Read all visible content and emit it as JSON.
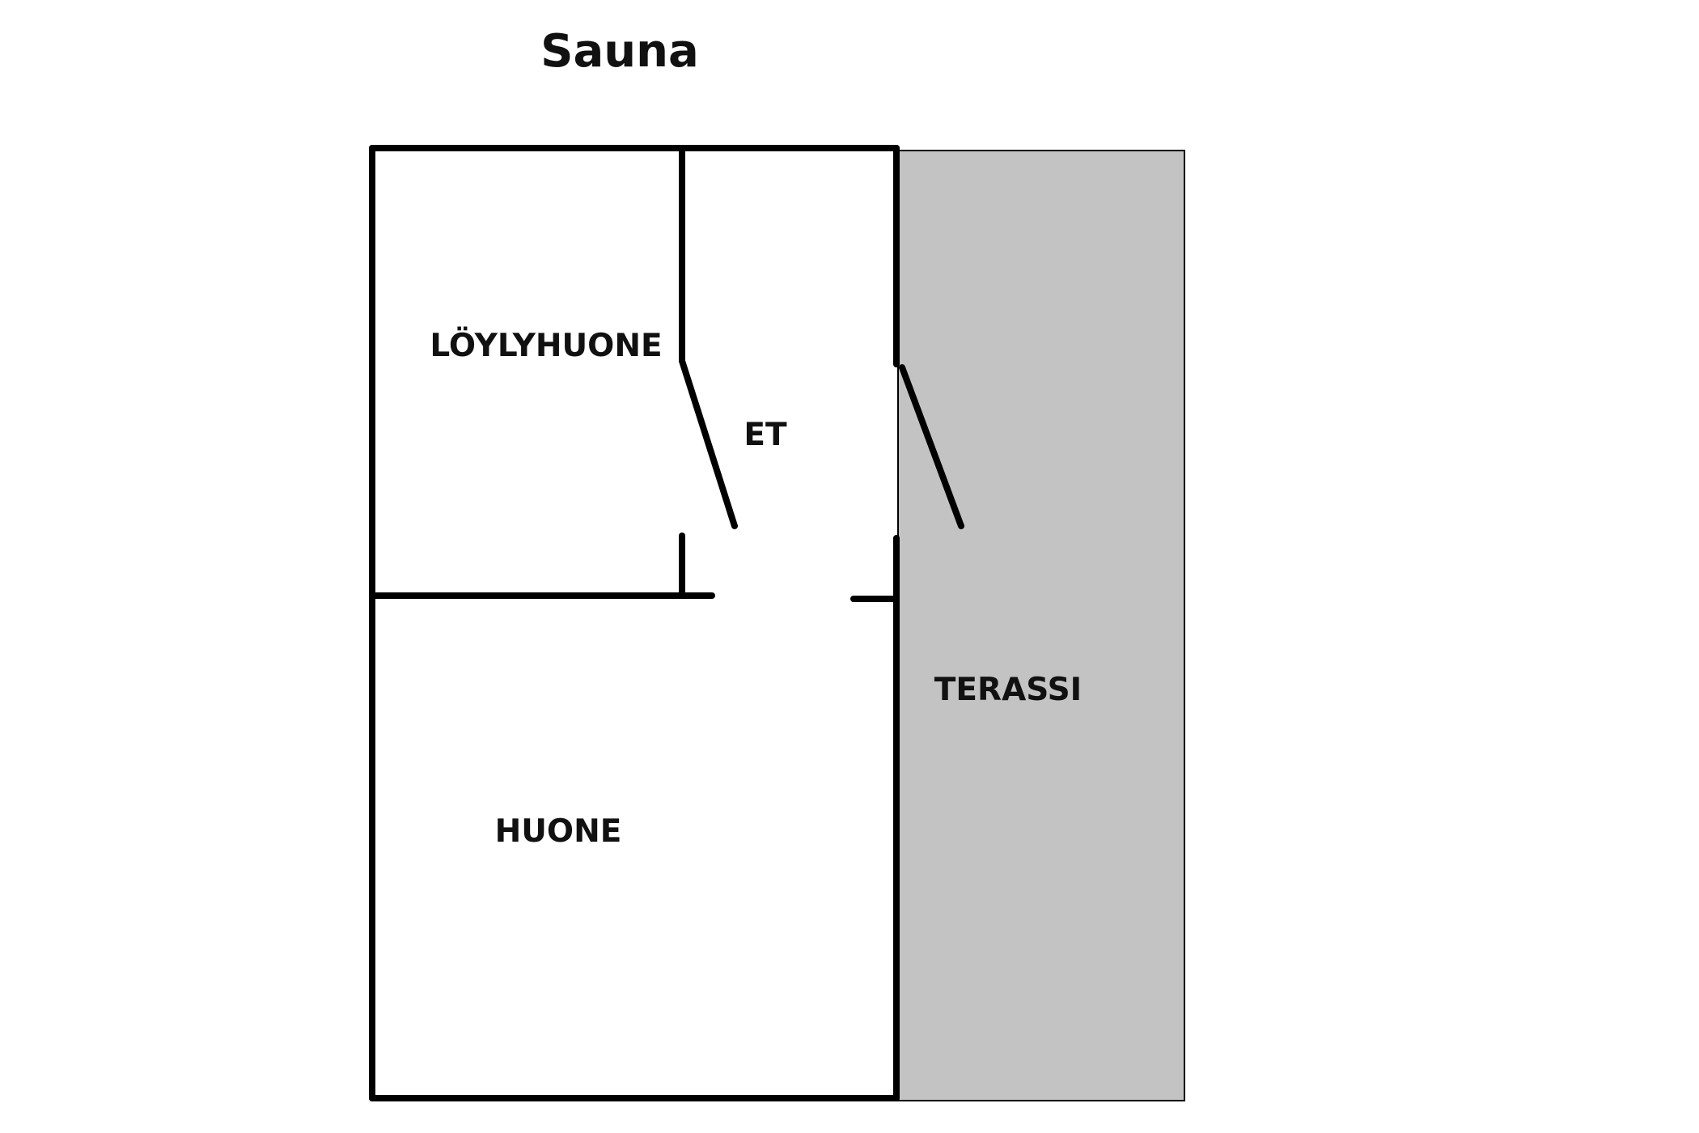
{
  "title": "Sauna",
  "rooms": {
    "sauna": "LÖYLYHUONE",
    "hall": "ET",
    "room": "HUONE",
    "terrace": "TERASSI"
  },
  "colors": {
    "wall": "#000000",
    "terrace_fill": "#c3c3c3",
    "terrace_border": "#000000",
    "background": "#ffffff"
  }
}
